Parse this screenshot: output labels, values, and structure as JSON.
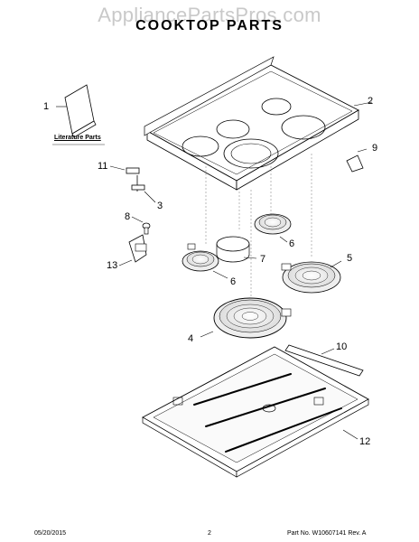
{
  "watermark": "AppliancePartsPros.com",
  "title": "COOKTOP PARTS",
  "literature_label": "Literature Parts",
  "callouts": {
    "c1": "1",
    "c2": "2",
    "c3": "3",
    "c4": "4",
    "c5": "5",
    "c6a": "6",
    "c6b": "6",
    "c7": "7",
    "c8": "8",
    "c9": "9",
    "c10": "10",
    "c11": "11",
    "c12": "12",
    "c13": "13"
  },
  "footer": {
    "date": "05/20/2015",
    "page": "2",
    "part": "Part No.  W10607141  Rev. A"
  }
}
